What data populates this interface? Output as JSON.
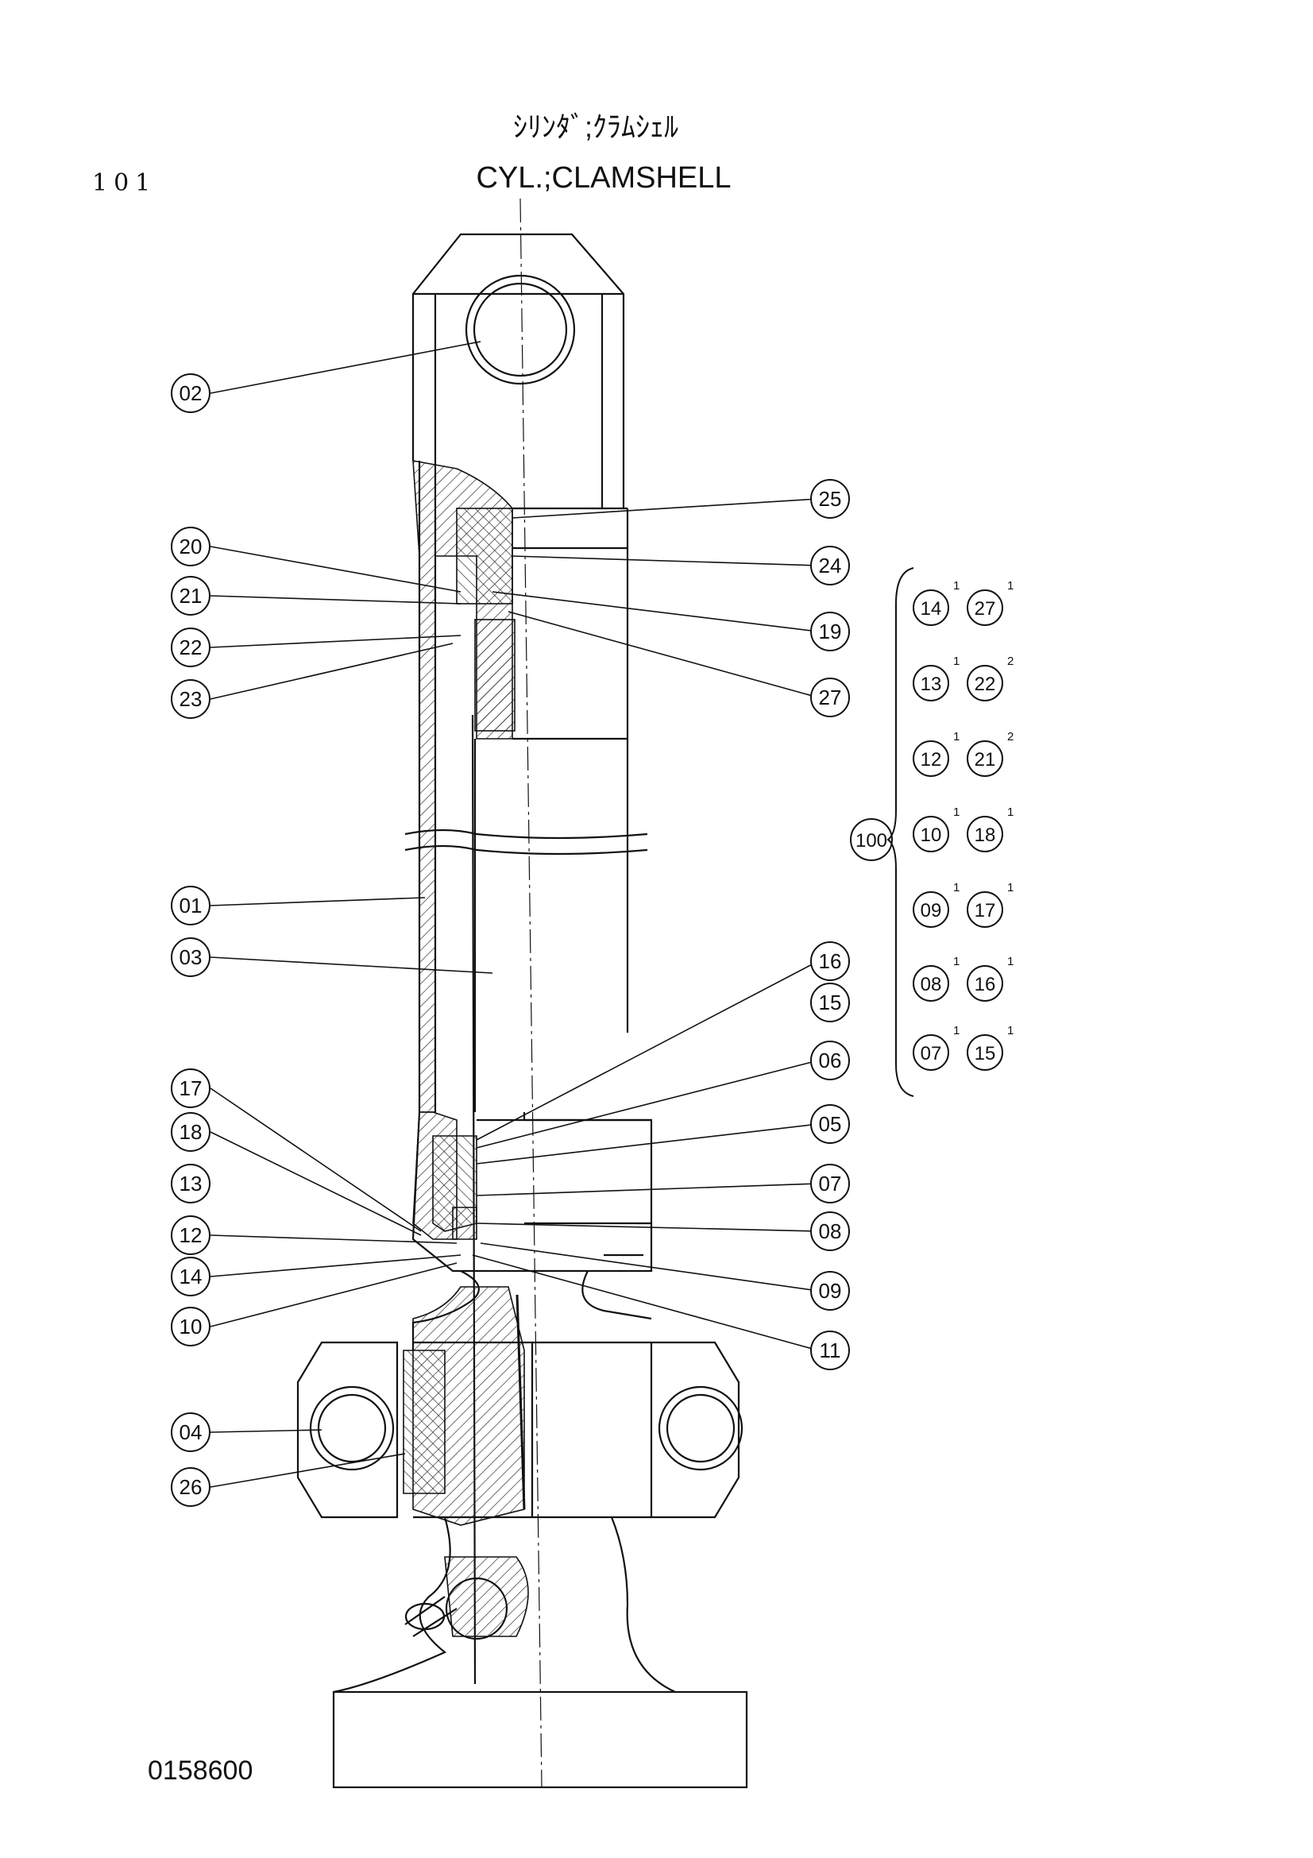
{
  "header": {
    "title_jp": "ｼﾘﾝﾀﾞ;ｸﾗﾑｼｪﾙ",
    "title_en": "CYL.;CLAMSHELL",
    "page_number": "101"
  },
  "footer": {
    "drawing_number": "0158600"
  },
  "callouts_left": [
    "02",
    "20",
    "21",
    "22",
    "23",
    "01",
    "03",
    "17",
    "18",
    "13",
    "12",
    "14",
    "10",
    "04",
    "26"
  ],
  "callouts_right": [
    "25",
    "24",
    "19",
    "27",
    "16",
    "15",
    "06",
    "05",
    "07",
    "08",
    "09",
    "11"
  ],
  "kit": {
    "number": "100",
    "rows": [
      [
        {
          "part": "14",
          "qty": "1"
        },
        {
          "part": "27",
          "qty": "1"
        }
      ],
      [
        {
          "part": "13",
          "qty": "1"
        },
        {
          "part": "22",
          "qty": "2"
        }
      ],
      [
        {
          "part": "12",
          "qty": "1"
        },
        {
          "part": "21",
          "qty": "2"
        }
      ],
      [
        {
          "part": "10",
          "qty": "1"
        },
        {
          "part": "18",
          "qty": "1"
        }
      ],
      [
        {
          "part": "09",
          "qty": "1"
        },
        {
          "part": "17",
          "qty": "1"
        }
      ],
      [
        {
          "part": "08",
          "qty": "1"
        },
        {
          "part": "16",
          "qty": "1"
        }
      ],
      [
        {
          "part": "07",
          "qty": "1"
        },
        {
          "part": "15",
          "qty": "1"
        }
      ]
    ]
  }
}
